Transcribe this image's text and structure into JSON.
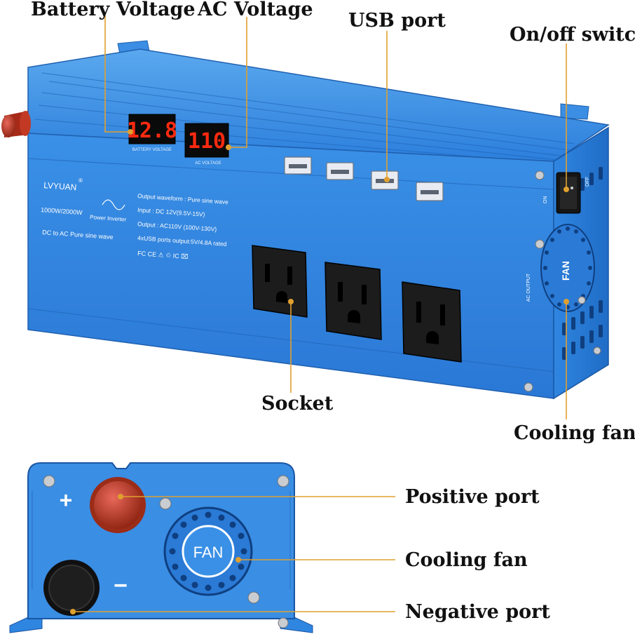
{
  "callouts": {
    "battery_voltage": "Battery Voltage",
    "ac_voltage": "AC Voltage",
    "usb_port": "USB port",
    "on_off_switch": "On/off switch",
    "socket": "Socket",
    "cooling_fan_top": "Cooling fan",
    "positive_port": "Positive port",
    "cooling_fan_bottom": "Cooling fan",
    "negative_port": "Negative port"
  },
  "device": {
    "brand": "LVYUAN",
    "brand_mark": "®",
    "power_rating": "1000W/2000W",
    "power_inverter": "Power Inverter",
    "tagline": "DC to AC Pure sine wave",
    "spec_waveform": "Output waveform :  Pure sine wave",
    "spec_input": "Input : DC 12V(9.5V-15V)",
    "spec_output": "Output : AC110V (100V-130V)",
    "spec_usb": "4xUSB ports output:5V/4.8A rated",
    "cert_marks": "FC CE ⚠ ♲ IC ⌧",
    "battery_display_value": "12.8",
    "battery_display_caption": "BATTERY VOLTAGE",
    "ac_display_value": "110",
    "ac_display_caption": "AC   VOLTAGE",
    "fan_label": "FAN",
    "ac_output_label": "AC OUTPUT",
    "switch_on": "ON",
    "switch_off": "OFF",
    "front_fan_label": "FAN",
    "plus_sign": "+",
    "minus_sign": "−"
  },
  "colors": {
    "body_blue": "#2f86e0",
    "body_dark": "#1a5fb4",
    "body_light": "#58a7ee",
    "callout_line": "#e0a030",
    "display_red": "#ff2a10",
    "socket_black": "#1c1c1c",
    "terminal_red": "#b8321c"
  }
}
